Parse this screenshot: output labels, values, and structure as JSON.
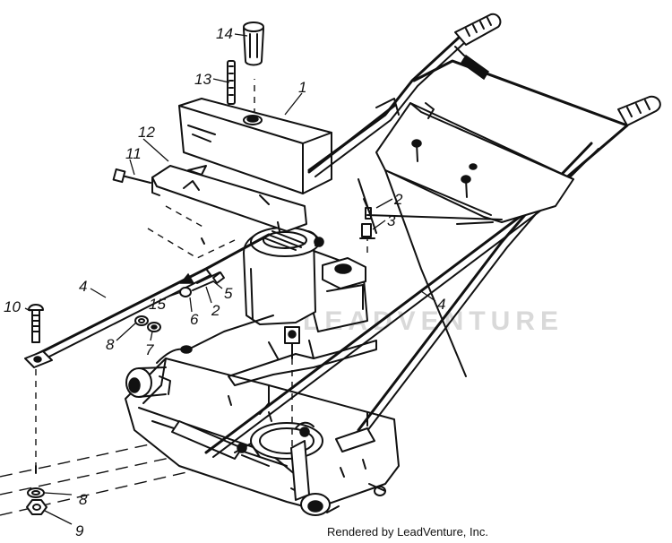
{
  "watermark": "LEADVENTURE",
  "footer": {
    "credit": "Rendered by LeadVenture, Inc."
  },
  "callouts": [
    {
      "id": "c1",
      "label": "1"
    },
    {
      "id": "c2a",
      "label": "2"
    },
    {
      "id": "c2b",
      "label": "2"
    },
    {
      "id": "c3",
      "label": "3"
    },
    {
      "id": "c4a",
      "label": "4"
    },
    {
      "id": "c4b",
      "label": "4"
    },
    {
      "id": "c5",
      "label": "5"
    },
    {
      "id": "c6",
      "label": "6"
    },
    {
      "id": "c7",
      "label": "7"
    },
    {
      "id": "c8a",
      "label": "8"
    },
    {
      "id": "c8b",
      "label": "8"
    },
    {
      "id": "c9",
      "label": "9"
    },
    {
      "id": "c10",
      "label": "10"
    },
    {
      "id": "c11",
      "label": "11"
    },
    {
      "id": "c12",
      "label": "12"
    },
    {
      "id": "c13",
      "label": "13"
    },
    {
      "id": "c14",
      "label": "14"
    },
    {
      "id": "c15",
      "label": "15"
    }
  ]
}
